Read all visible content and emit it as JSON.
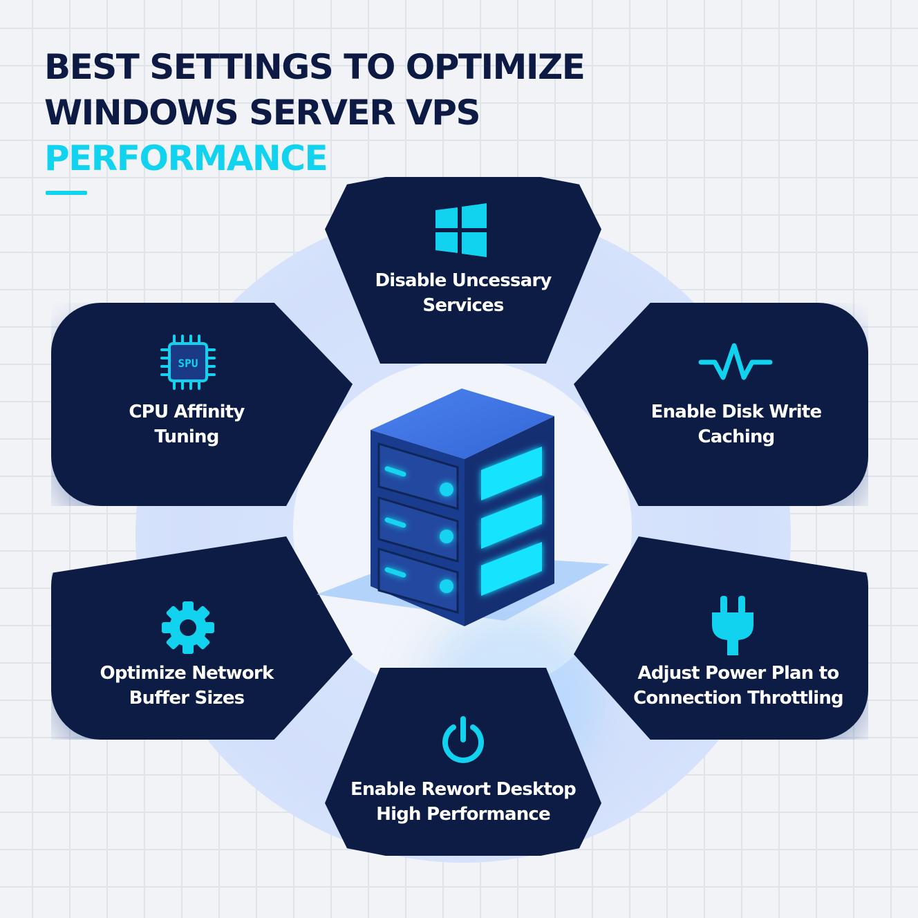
{
  "title": {
    "line1": "BEST SETTINGS TO OPTIMIZE",
    "line2": "WINDOWS SERVER VPS",
    "line3": "PERFORMANCE"
  },
  "colors": {
    "navy": "#0c1c45",
    "accent": "#12d3ef",
    "server_blue": "#3d6fe0",
    "background": "#f1f3f7"
  },
  "center": {
    "icon": "server-rack-icon"
  },
  "cards": {
    "top": {
      "icon": "windows-logo-icon",
      "line1": "Disable Uncessary",
      "line2": "Services"
    },
    "upper_left": {
      "icon": "cpu-chip-icon",
      "chip_text": "SPU",
      "line1": "CPU Affinity",
      "line2": "Tuning"
    },
    "upper_right": {
      "icon": "waveform-icon",
      "line1": "Enable Disk Write",
      "line2": "Caching"
    },
    "lower_left": {
      "icon": "gear-icon",
      "line1": "Optimize Network",
      "line2": "Buffer Sizes"
    },
    "lower_right": {
      "icon": "power-plug-icon",
      "line1": "Adjust Power Plan to",
      "line2": "Connection Throttling"
    },
    "bottom": {
      "icon": "power-button-icon",
      "line1": "Enable Rewort Desktop",
      "line2": "High Performance"
    }
  }
}
